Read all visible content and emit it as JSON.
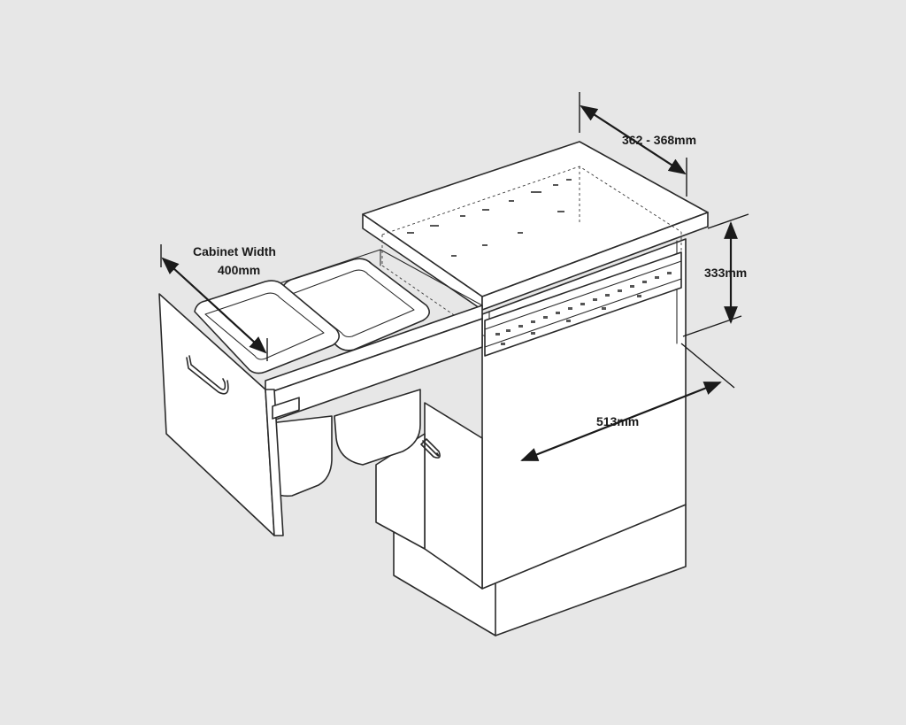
{
  "dimensions": {
    "cabinet_width_title": "Cabinet Width",
    "cabinet_width_value": "400mm",
    "depth_range": "362 - 368mm",
    "height": "333mm",
    "length": "513mm"
  },
  "colors": {
    "background": "#e7e7e7",
    "line": "#2a2a2a",
    "fill": "#ffffff"
  }
}
